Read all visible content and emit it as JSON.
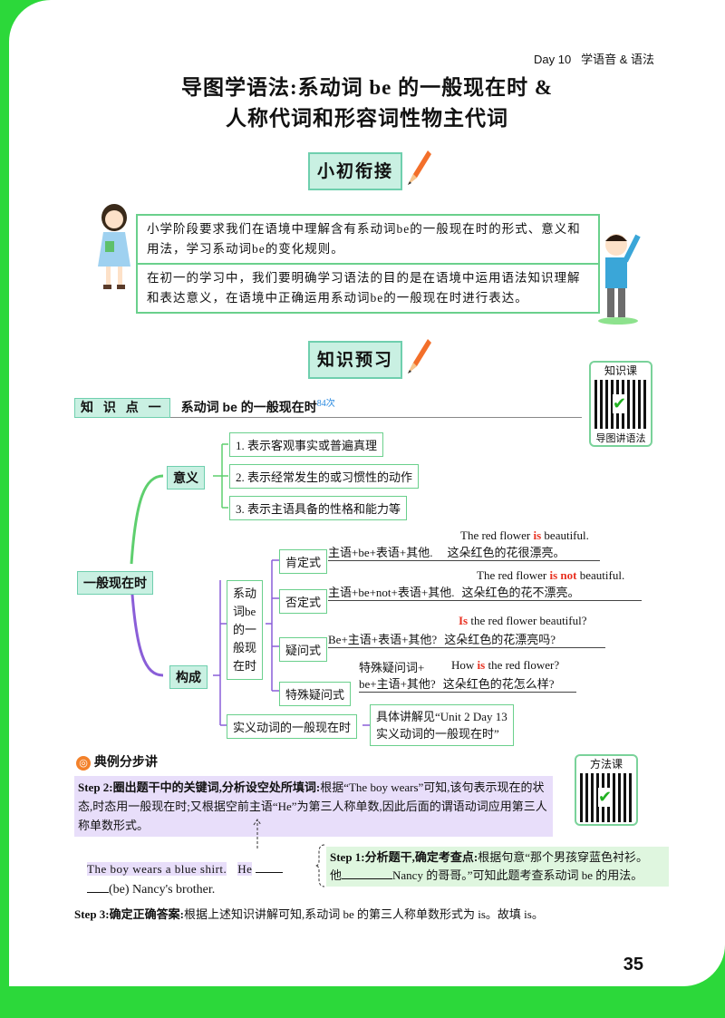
{
  "header": {
    "day": "Day 10",
    "section": "学语音 & 语法"
  },
  "title": {
    "line1": "导图学语法:系动词 be 的一般现在时 &",
    "line2": "人称代词和形容词性物主代词"
  },
  "banner1": "小初衔接",
  "bubble1": "小学阶段要求我们在语境中理解含有系动词be的一般现在时的形式、意义和用法，学习系动词be的变化规则。",
  "bubble2": "在初一的学习中，我们要明确学习语法的目的是在语境中运用语法知识理解和表达意义，在语境中正确运用系动词be的一般现在时进行表达。",
  "banner2": "知识预习",
  "qr1": {
    "top": "知识课",
    "bottom": "导图讲语法"
  },
  "kp": {
    "label": "知 识 点 一",
    "title": "系动词 be 的一般现在时",
    "count": "84次"
  },
  "mind": {
    "root": "一般现在时",
    "meaning": "意义",
    "m1": "1. 表示客观事实或普遍真理",
    "m2": "2. 表示经常发生的或习惯性的动作",
    "m3": "3. 表示主语具备的性格和能力等",
    "structure": "构成",
    "be": "系动词be的一般现在时",
    "aff": "肯定式",
    "aff_f": "主语+be+表语+其他.",
    "aff_e1": "The red flower ",
    "aff_e2": "is",
    "aff_e3": " beautiful.",
    "aff_c": "这朵红色的花很漂亮。",
    "neg": "否定式",
    "neg_f": "主语+be+not+表语+其他.",
    "neg_e1": "The red flower ",
    "neg_e2": "is not",
    "neg_e3": " beautiful.",
    "neg_c": "这朵红色的花不漂亮。",
    "q": "疑问式",
    "q_f": "Be+主语+表语+其他?",
    "q_e1": "Is",
    "q_e2": " the red flower beautiful?",
    "q_c": "这朵红色的花漂亮吗?",
    "wh": "特殊疑问式",
    "wh_f1": "特殊疑问词+",
    "wh_f2": "be+主语+其他?",
    "wh_e1": "How ",
    "wh_e2": "is",
    "wh_e3": " the red flower?",
    "wh_c": "这朵红色的花怎么样?",
    "verb": "实义动词的一般现在时",
    "verb_ref1": "具体讲解见“Unit 2 Day 13",
    "verb_ref2": "实义动词的一般现在时”"
  },
  "example": {
    "heading": "典例分步讲",
    "step2_label": "Step 2:圈出题干中的关键词,分析设空处所填词:",
    "step2_text": "根据“The boy wears”可知,该句表示现在的状态,时态用一般现在时;又根据空前主语“He”为第三人称单数,因此后面的谓语动词应用第三人称单数形式。",
    "sentence1": "The boy wears a blue shirt.",
    "he": "He",
    "sentence2": "(be) Nancy's brother.",
    "step1_label": "Step 1:分析题干,确定考查点:",
    "step1_text1": "根据句意“那个男孩穿蓝色衬衫。",
    "step1_text2a": "他",
    "step1_text2b": "Nancy 的哥哥。”可知此题考查系动词 be 的用法。",
    "step3_label": "Step 3:确定正确答案:",
    "step3_text": "根据上述知识讲解可知,系动词 be 的第三人称单数形式为 is。故填 is。"
  },
  "qr2": {
    "top": "方法课"
  },
  "page_number": "35"
}
